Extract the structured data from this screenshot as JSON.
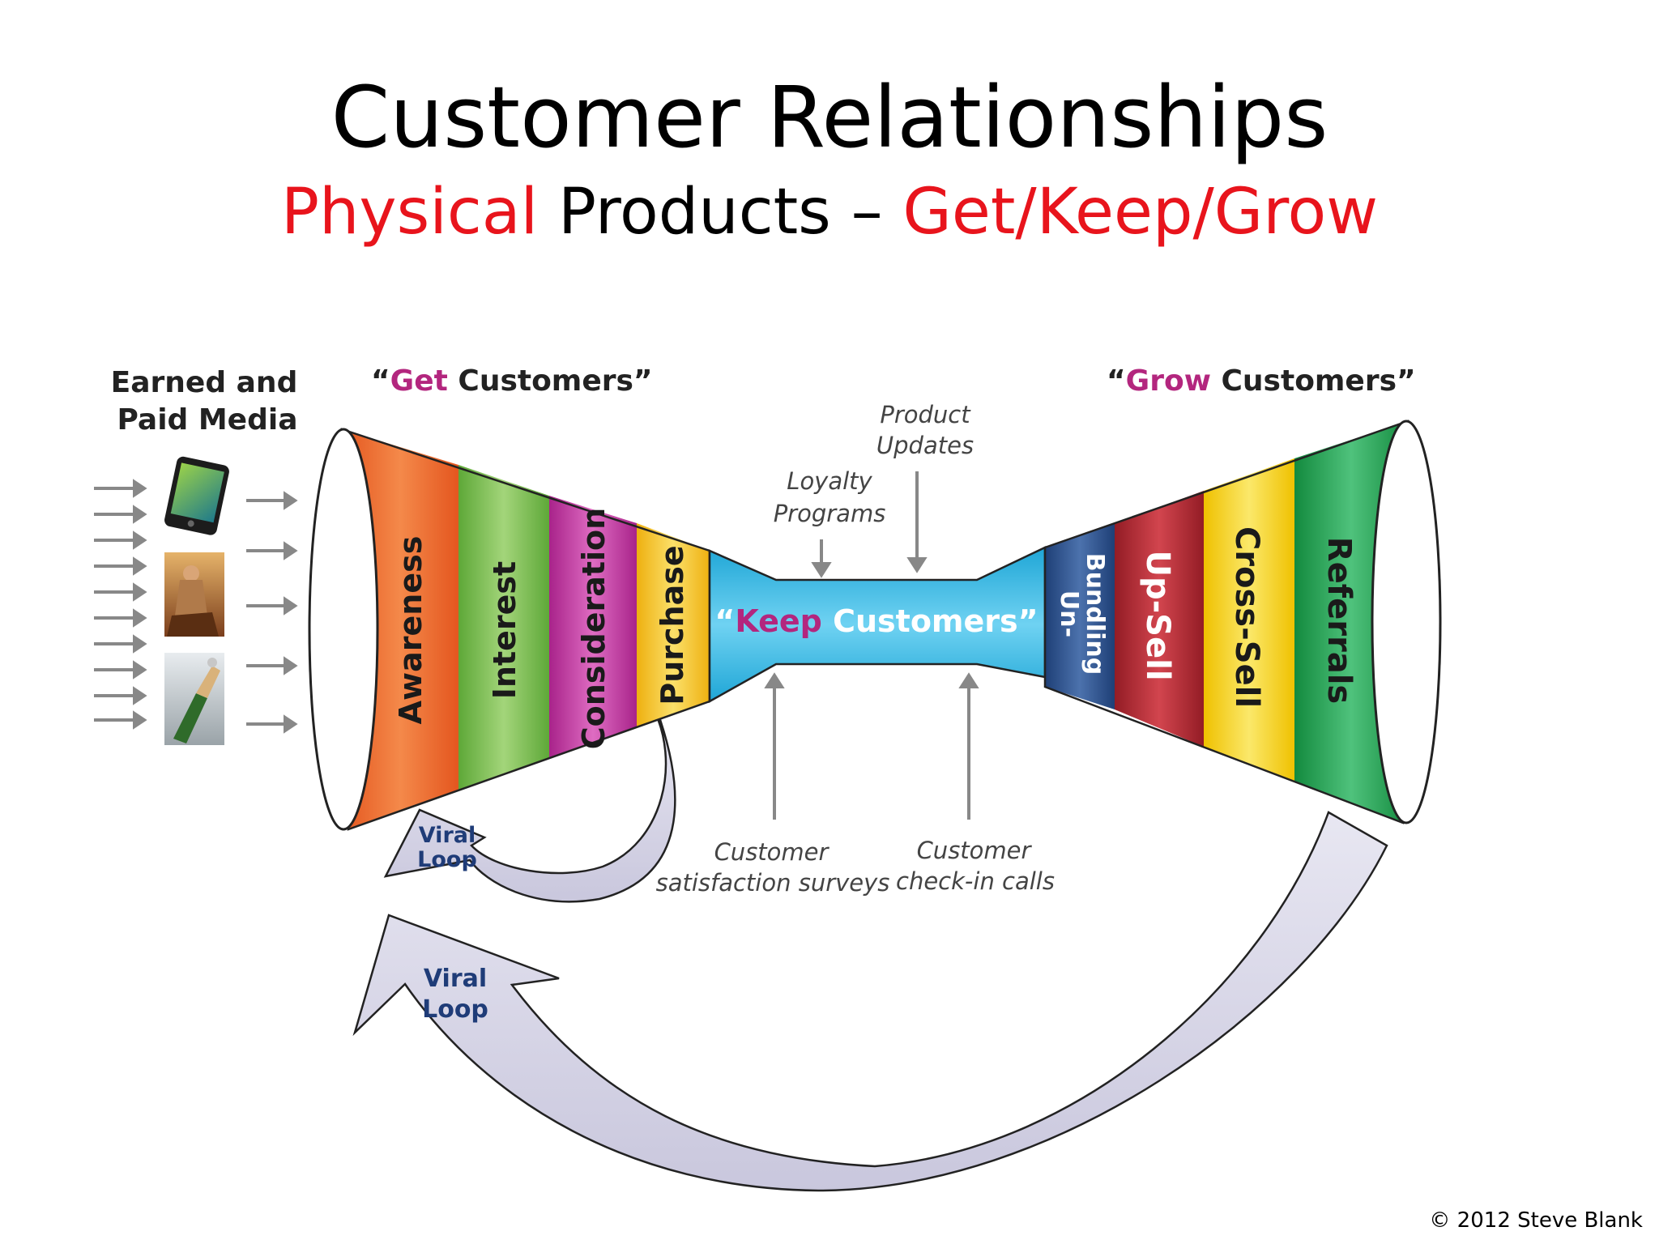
{
  "title": "Customer Relationships",
  "subtitle": {
    "part1": "Physical",
    "part2": " Products – ",
    "part3": "Get/Keep/Grow"
  },
  "media": {
    "line1": "Earned and",
    "line2": "Paid Media"
  },
  "get_heading": {
    "open": "“",
    "accent": "Get",
    "rest": " Customers”"
  },
  "grow_heading": {
    "open": "“",
    "accent": "Grow",
    "rest": " Customers”"
  },
  "keep_heading": {
    "open": "“",
    "accent": "Keep",
    "rest": " Customers”"
  },
  "get_stages": [
    "Awareness",
    "Interest",
    "Consideration",
    "Purchase"
  ],
  "grow_stages": {
    "unbundling_1": "Un-",
    "unbundling_2": "Bundling",
    "upsell": "Up-Sell",
    "crosssell": "Cross-Sell",
    "referrals": "Referrals"
  },
  "keep_inputs": {
    "loyalty_1": "Loyalty",
    "loyalty_2": "Programs",
    "product_1": "Product",
    "product_2": "Updates",
    "surveys_1": "Customer",
    "surveys_2": "satisfaction surveys",
    "calls_1": "Customer",
    "calls_2": "check-in calls"
  },
  "viral_loop_small": {
    "line1": "Viral",
    "line2": "Loop"
  },
  "viral_loop_large": {
    "line1": "Viral",
    "line2": "Loop"
  },
  "copyright": "© 2012 Steve Blank",
  "colors": {
    "awareness": "#e8622a",
    "interest": "#7cc04f",
    "consideration": "#c23a9e",
    "purchase": "#f4c21e",
    "keep": "#2bb5dd",
    "unbundling": "#2a4f8a",
    "upsell": "#b32a33",
    "crosssell": "#f5d21a",
    "referrals": "#1f9a4a",
    "accent": "#b3267e",
    "title_red": "#e8141c"
  }
}
